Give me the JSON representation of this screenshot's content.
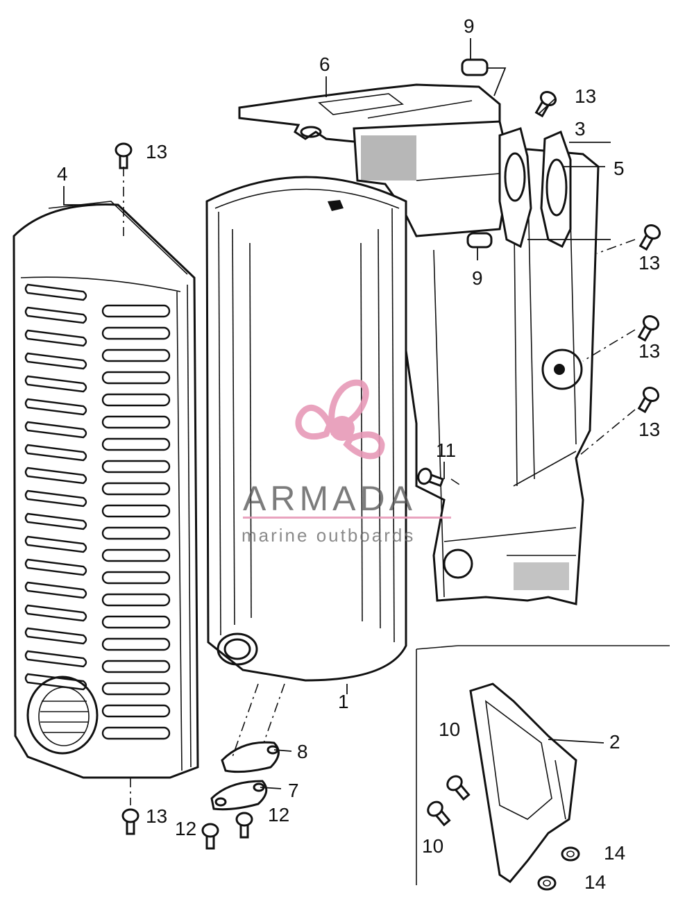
{
  "diagram": {
    "callouts": {
      "c1": "1",
      "c2": "2",
      "c3": "3",
      "c4": "4",
      "c5": "5",
      "c6": "6",
      "c7": "7",
      "c8": "8",
      "c9a": "9",
      "c9b": "9",
      "c10a": "10",
      "c10b": "10",
      "c11": "11",
      "c12a": "12",
      "c12b": "12",
      "c13a": "13",
      "c13b": "13",
      "c13c": "13",
      "c13d": "13",
      "c13e": "13",
      "c13f": "13",
      "c14a": "14",
      "c14b": "14"
    }
  },
  "watermark": {
    "brand": "ARMADA",
    "tagline": "marine outboards",
    "accent_color": "#e79ab8"
  }
}
